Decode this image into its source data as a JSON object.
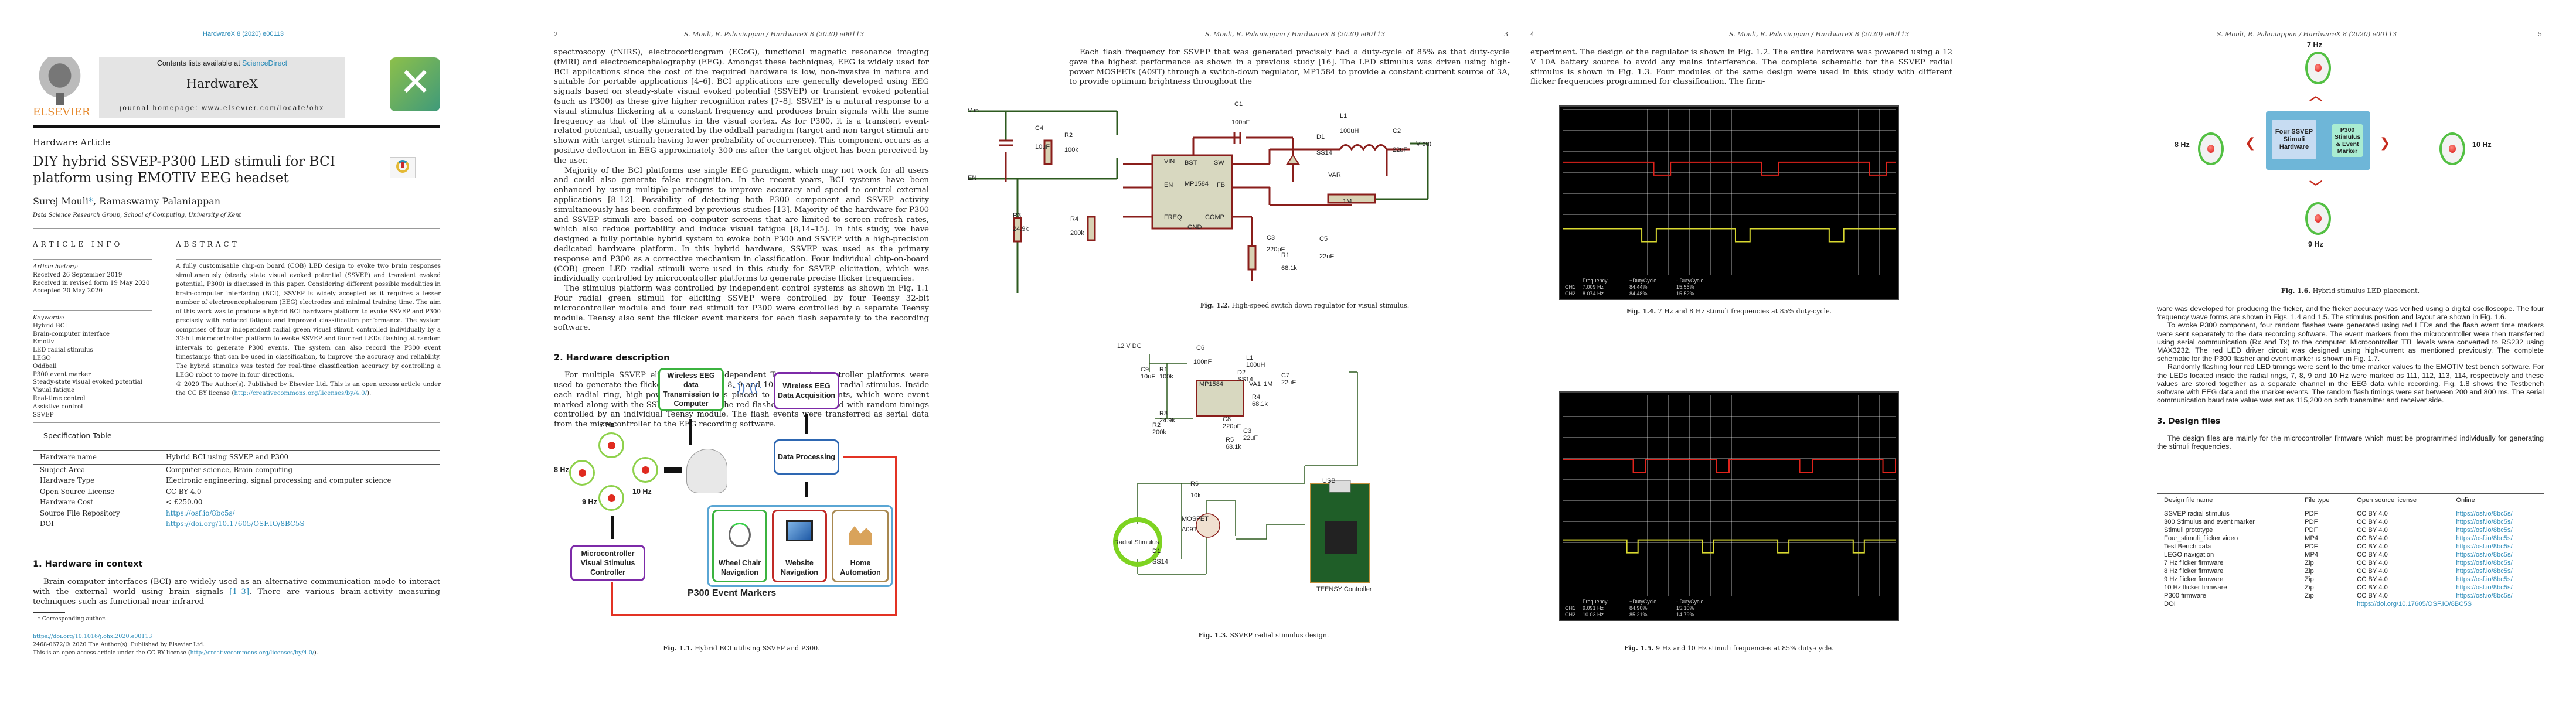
{
  "page1": {
    "journal_ref": "HardwareX 8 (2020) e00113",
    "banner": {
      "contents_prefix": "Contents lists available at ",
      "contents_link": "ScienceDirect",
      "journal_name": "HardwareX",
      "homepage": "journal homepage: www.elsevier.com/locate/ohx"
    },
    "publisher_logo": "ELSEVIER",
    "journal_logo_glyph": "✕",
    "article_type": "Hardware Article",
    "title": "DIY hybrid SSVEP-P300 LED stimuli for BCI platform using EMOTIV EEG headset",
    "authors": "Surej Mouli",
    "author_star": "*",
    "authors_rest": ", Ramaswamy Palaniappan",
    "affiliation": "Data Science Research Group, School of Computing, University of Kent",
    "crossmark_label": "Check for updates",
    "article_info_heading": "ARTICLE INFO",
    "history_label": "Article history:",
    "history": [
      "Received 26 September 2019",
      "Received in revised form 19 May 2020",
      "Accepted 20 May 2020"
    ],
    "keywords_label": "Keywords:",
    "keywords": [
      "Hybrid BCI",
      "Brain-computer interface",
      "Emotiv",
      "LED radial stimulus",
      "LEGO",
      "Oddball",
      "P300 event marker",
      "Steady-state visual evoked potential",
      "Visual fatigue",
      "Real-time control",
      "Assistive control",
      "SSVEP"
    ],
    "abstract_heading": "ABSTRACT",
    "abstract": "A fully customisable chip-on board (COB) LED design to evoke two brain responses simultaneously (steady state visual evoked potential (SSVEP) and transient evoked potential, P300) is discussed in this paper. Considering different possible modalities in brain-computer interfacing (BCI), SSVEP is widely accepted as it requires a lesser number of electroencephalogram (EEG) electrodes and minimal training time. The aim of this work was to produce a hybrid BCI hardware platform to evoke SSVEP and P300 precisely with reduced fatigue and improved classification performance. The system comprises of four independent radial green visual stimuli controlled individually by a 32-bit microcontroller platform to evoke SSVEP and four red LEDs flashing at random intervals to generate P300 events. The system can also record the P300 event timestamps that can be used in classification, to improve the accuracy and reliability. The hybrid stimulus was tested for real-time classification accuracy by controlling a LEGO robot to move in four directions.",
    "abstract_copyright": "© 2020 The Author(s). Published by Elsevier Ltd. This is an open access article under the CC BY license (",
    "abstract_license_link": "http://creativecommons.org/licenses/by/4.0/",
    "abstract_close": ").",
    "spec_table_title": "Specification Table",
    "spec_table": [
      {
        "label": "Hardware name",
        "value": "Hybrid BCI using SSVEP and P300",
        "link": false
      },
      {
        "label": "Subject Area",
        "value": "Computer science, Brain-computing",
        "link": false
      },
      {
        "label": "Hardware Type",
        "value": "Electronic engineering, signal processing and computer science",
        "link": false
      },
      {
        "label": "Open Source License",
        "value": "CC BY 4.0",
        "link": false
      },
      {
        "label": "Hardware Cost",
        "value": "< £250.00",
        "link": false
      },
      {
        "label": "Source File Repository",
        "value": "https://osf.io/8bc5s/",
        "link": true
      },
      {
        "label": "DOI",
        "value": "https://doi.org/10.17605/OSF.IO/8BC5S",
        "link": true
      }
    ],
    "section1_heading": "1. Hardware in context",
    "section1_text_a": "Brain-computer interfaces (BCI) are widely used as an alternative communication mode to interact with the external world using brain signals ",
    "section1_cite": "[1–3]",
    "section1_text_b": ". There are various brain-activity measuring techniques such as functional near-infrared",
    "footnote": "* Corresponding author.",
    "doi_link": "https://doi.org/10.1016/j.ohx.2020.e00113",
    "issn_line": "2468-0672/© 2020 The Author(s). Published by Elsevier Ltd.",
    "oa_prefix": "This is an open access article under the CC BY license (",
    "oa_link": "http://creativecommons.org/licenses/by/4.0/",
    "oa_suffix": ")."
  },
  "page2": {
    "page_number": "2",
    "running_head": "S. Mouli, R. Palaniappan / HardwareX 8 (2020) e00113",
    "para1": "spectroscopy (fNIRS), electrocorticogram (ECoG), functional magnetic resonance imaging (fMRI) and electroencephalography (EEG). Amongst these techniques, EEG is widely used for BCI applications since the cost of the required hardware is low, non-invasive in nature and suitable for portable applications [4–6]. BCI applications are generally developed using EEG signals based on steady-state visual evoked potential (SSVEP) or transient evoked potential (such as P300) as these give higher recognition rates [7–8]. SSVEP is a natural response to a visual stimulus flickering at a constant frequency and produces brain signals with the same frequency as that of the stimulus in the visual cortex. As for P300, it is a transient event-related potential, usually generated by the oddball paradigm (target and non-target stimuli are shown with target stimuli having lower probability of occurrence). This component occurs as a positive deflection in EEG approximately 300 ms after the target object has been perceived by the user.",
    "para2": "Majority of the BCI platforms use single EEG paradigm, which may not work for all users and could also generate false recognition. In the recent years, BCI systems have been enhanced by using multiple paradigms to improve accuracy and speed to control external applications [8–12]. Possibility of detecting both P300 component and SSVEP activity simultaneously has been confirmed by previous studies [13]. Majority of the hardware for P300 and SSVEP stimuli are based on computer screens that are limited to screen refresh rates, which also reduce portability and induce visual fatigue [8,14–15]. In this study, we have designed a fully portable hybrid system to evoke both P300 and SSVEP with a high-precision dedicated hardware platform. In this hybrid hardware, SSVEP was used as the primary response and P300 as a corrective mechanism in classification. Four individual chip-on-board (COB) green LED radial stimuli were used in this study for SSVEP elicitation, which was individually controlled by microcontroller platforms to generate precise flicker frequencies.",
    "para3": "The stimulus platform was controlled by independent control systems as shown in Fig. 1.1 Four radial green stimuli for eliciting SSVEP were controlled by four Teensy 32-bit microcontroller module and four red stimuli for P300 were controlled by a separate Teensy module. Teensy also sent the flicker event markers for each flash separately to the recording software.",
    "section2_heading": "2. Hardware description",
    "section2_text": "For multiple SSVEP elicitation, four independent Teensy microcontroller platforms were used to generate the flicker frequencies 7, 8, 9 and 10 Hz using green radial stimulus. Inside each radial ring, high-power red LED was placed to evoke P300 events, which were event marked along with the SSVEP EEG data. The red flashes were presented with random timings controlled by an individual Teensy module. The flash events were transferred as serial data from the microcontroller to the EEG recording software.",
    "fig11": {
      "freqs": [
        "7 Hz",
        "8 Hz",
        "9 Hz",
        "10 Hz"
      ],
      "boxes": {
        "transmission": "Wireless EEG data Transmission to Computer",
        "acquisition": "Wireless EEG Data Acquisition",
        "processing": "Data Processing",
        "controller": "Microcontroller Visual Stimulus Controller",
        "wheelchair": "Wheel Chair Navigation",
        "website": "Website Navigation",
        "home": "Home Automation"
      },
      "event_markers": "P300 Event Markers",
      "caption_label": "Fig. 1.1.",
      "caption_text": " Hybrid BCI utilising SSVEP and P300."
    }
  },
  "page3": {
    "page_number": "3",
    "running_head": "S. Mouli, R. Palaniappan / HardwareX 8 (2020) e00113",
    "para1": "Each flash frequency for SSVEP that was generated precisely had a duty-cycle of 85% as that duty-cycle gave the highest performance as shown in a previous study [16]. The LED stimulus was driven using high-power MOSFETs (A09T) through a switch-down regulator, MP1584 to provide a constant current source of 3A, to provide optimum brightness throughout the",
    "fig12": {
      "labels": [
        "V in",
        "EN",
        "C4",
        "10uF",
        "R2",
        "100k",
        "R3",
        "24.9k",
        "R4",
        "200k",
        "C1",
        "100nF",
        "L1",
        "100uH",
        "D1",
        "SS14",
        "C2",
        "22uF",
        "V out",
        "VAR",
        "1M",
        "C3",
        "220pF",
        "C5",
        "22uF",
        "R1",
        "68.1k",
        "MP1584",
        "VIN",
        "BST",
        "SW",
        "EN",
        "FB",
        "FREQ",
        "COMP",
        "GND"
      ],
      "caption_label": "Fig. 1.2.",
      "caption_text": " High-speed switch down regulator for visual stimulus."
    },
    "fig13": {
      "labels": [
        "12 V DC",
        "C9",
        "10uF",
        "R1",
        "100k",
        "R3",
        "24.9k",
        "R2",
        "200k",
        "C6",
        "100nF",
        "L1",
        "100uH",
        "D2",
        "SS14",
        "C7",
        "22uF",
        "VA1",
        "1M",
        "R4",
        "68.1k",
        "C8",
        "220pF",
        "C3",
        "22uF",
        "R5",
        "68.1k",
        "MP1584",
        "R6",
        "10k",
        "MOSFET",
        "A09T",
        "D1",
        "SS14",
        "Radial Stimulus",
        "USB",
        "TEENSY Controller"
      ],
      "caption_label": "Fig. 1.3.",
      "caption_text": " SSVEP radial stimulus design."
    }
  },
  "page4": {
    "page_number": "4",
    "running_head": "S. Mouli, R. Palaniappan / HardwareX 8 (2020) e00113",
    "para1": "experiment. The design of the regulator is shown in Fig. 1.2. The entire hardware was powered using a 12 V 10A battery source to avoid any mains interference. The complete schematic for the SSVEP radial stimulus is shown in Fig. 1.3. Four modules of the same design were used in this study with different flicker frequencies programmed for classification. The firm-",
    "scope1": {
      "headers": [
        "",
        "Frequency",
        "+DutyCycle",
        "- DutyCycle"
      ],
      "rows": [
        [
          "CH1",
          "7.009 Hz",
          "84.44%",
          "15.56%"
        ],
        [
          "CH2",
          "8.074 Hz",
          "84.48%",
          "15.52%"
        ]
      ],
      "caption_label": "Fig. 1.4.",
      "caption_text": " 7 Hz and 8 Hz stimuli frequencies at 85% duty-cycle."
    },
    "scope2": {
      "headers": [
        "",
        "Frequency",
        "+DutyCycle",
        "- DutyCycle"
      ],
      "rows": [
        [
          "CH1",
          "9.091 Hz",
          "84.90%",
          "15.10%"
        ],
        [
          "CH2",
          "10.03 Hz",
          "85.21%",
          "14.79%"
        ]
      ],
      "caption_label": "Fig. 1.5.",
      "caption_text": " 9 Hz and 10 Hz stimuli frequencies at 85% duty-cycle."
    }
  },
  "page5": {
    "page_number": "5",
    "running_head": "S. Mouli, R. Palaniappan / HardwareX 8 (2020) e00113",
    "fig16": {
      "freqs": {
        "top": "7 Hz",
        "left": "8 Hz",
        "right": "10 Hz",
        "bottom": "9 Hz"
      },
      "box_ssvep": "Four SSVEP Stimuli Hardware",
      "box_p300": "P300 Stimulus & Event Marker",
      "caption_label": "Fig. 1.6.",
      "caption_text": " Hybrid stimulus LED placement."
    },
    "para1": "ware was developed for producing the flicker, and the flicker accuracy was verified using a digital oscilloscope. The four frequency wave forms are shown in Figs. 1.4 and 1.5. The stimulus position and layout are shown in Fig. 1.6.",
    "para2": "To evoke P300 component, four random flashes were generated using red LEDs and the flash event time markers were sent separately to the data recording software. The event markers from the microcontroller were then transferred using serial communication (Rx and Tx) to the computer. Microcontroller TTL levels were converted to RS232 using MAX3232. The red LED driver circuit was designed using high-current as mentioned previously. The complete schematic for the P300 flasher and event marker is shown in Fig. 1.7.",
    "para3": "Randomly flashing four red LED timings were sent to the time marker values to the EMOTIV test bench software. For the LEDs located inside the radial rings, 7, 8, 9 and 10 Hz were marked as 111, 112, 113, 114, respectively and these values are stored together as a separate channel in the EEG data while recording. Fig. 1.8 shows the Testbench software with EEG data and the marker events. The random flash timings were set between 200 and 800 ms. The serial communication baud rate value was set as 115,200 on both transmitter and receiver side.",
    "section3_heading": "3. Design files",
    "section3_text": "The design files are mainly for the microcontroller firmware which must be programmed individually for generating the stimuli frequencies.",
    "design_table": {
      "headers": [
        "Design file name",
        "File type",
        "Open source license",
        "Online"
      ],
      "rows": [
        [
          "SSVEP radial stimulus",
          "PDF",
          "CC BY 4.0",
          "https://osf.io/8bc5s/"
        ],
        [
          "300 Stimulus and event marker",
          "PDF",
          "CC BY 4.0",
          "https://osf.io/8bc5s/"
        ],
        [
          "Stimuli prototype",
          "PDF",
          "CC BY 4.0",
          "https://osf.io/8bc5s/"
        ],
        [
          "Four_stimuli_flicker video",
          "MP4",
          "CC BY 4.0",
          "https://osf.io/8bc5s/"
        ],
        [
          "Test Bench data",
          "PDF",
          "CC BY 4.0",
          "https://osf.io/8bc5s/"
        ],
        [
          "LEGO navigation",
          "MP4",
          "CC BY 4.0",
          "https://osf.io/8bc5s/"
        ],
        [
          "7 Hz flicker firmware",
          "Zip",
          "CC BY 4.0",
          "https://osf.io/8bc5s/"
        ],
        [
          "8 Hz flicker firmware",
          "Zip",
          "CC BY 4.0",
          "https://osf.io/8bc5s/"
        ],
        [
          "9 Hz flicker firmware",
          "Zip",
          "CC BY 4.0",
          "https://osf.io/8bc5s/"
        ],
        [
          "10 Hz flicker firmware",
          "Zip",
          "CC BY 4.0",
          "https://osf.io/8bc5s/"
        ],
        [
          "P300 firmware",
          "Zip",
          "CC BY 4.0",
          "https://osf.io/8bc5s/"
        ]
      ],
      "doi_label": "DOI",
      "doi_value": "https://doi.org/10.17605/OSF.IO/8BC5S"
    }
  },
  "colors": {
    "link": "#2a8bb8",
    "elsevier_orange": "#e68a2e",
    "stimulus_green": "#8ed14b",
    "led_red": "#e02b20",
    "trace_red": "#e0231b",
    "trace_yellow": "#d8d830"
  }
}
